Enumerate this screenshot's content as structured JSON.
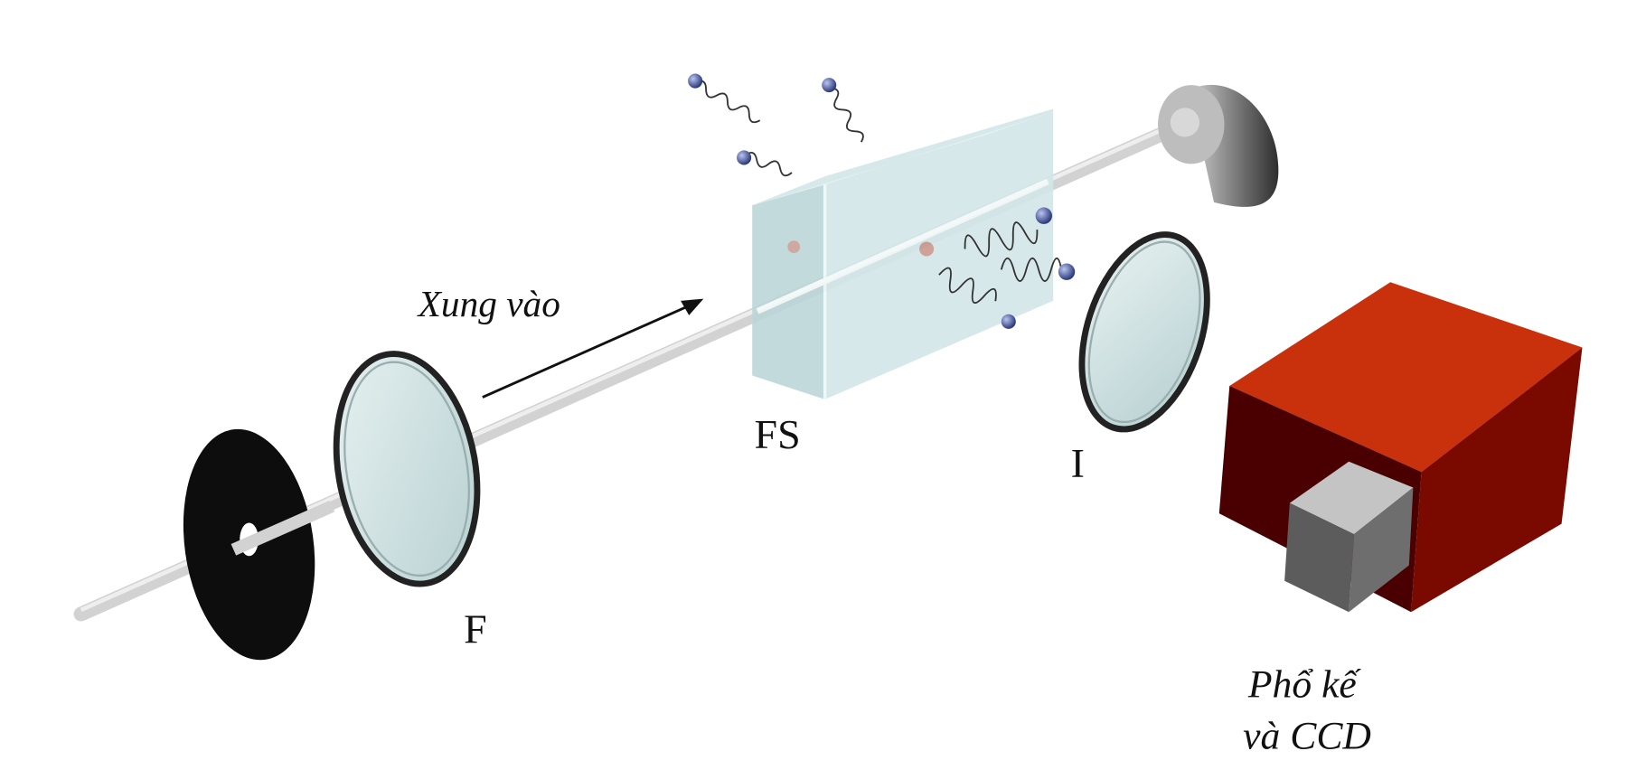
{
  "labels": {
    "pulse_in": "Xung vào",
    "crystal": "FS",
    "lens_focus": "F",
    "lens_image": "I",
    "spectrometer_line1": "Phổ kế",
    "spectrometer_line2": "và CCD"
  },
  "colors": {
    "spectrometer_box": "#c62a0a",
    "crystal": "#cfe3e6",
    "lens": "#cfe2e2",
    "beam": "#d4d4d4",
    "electron": "#3a4b8c"
  }
}
